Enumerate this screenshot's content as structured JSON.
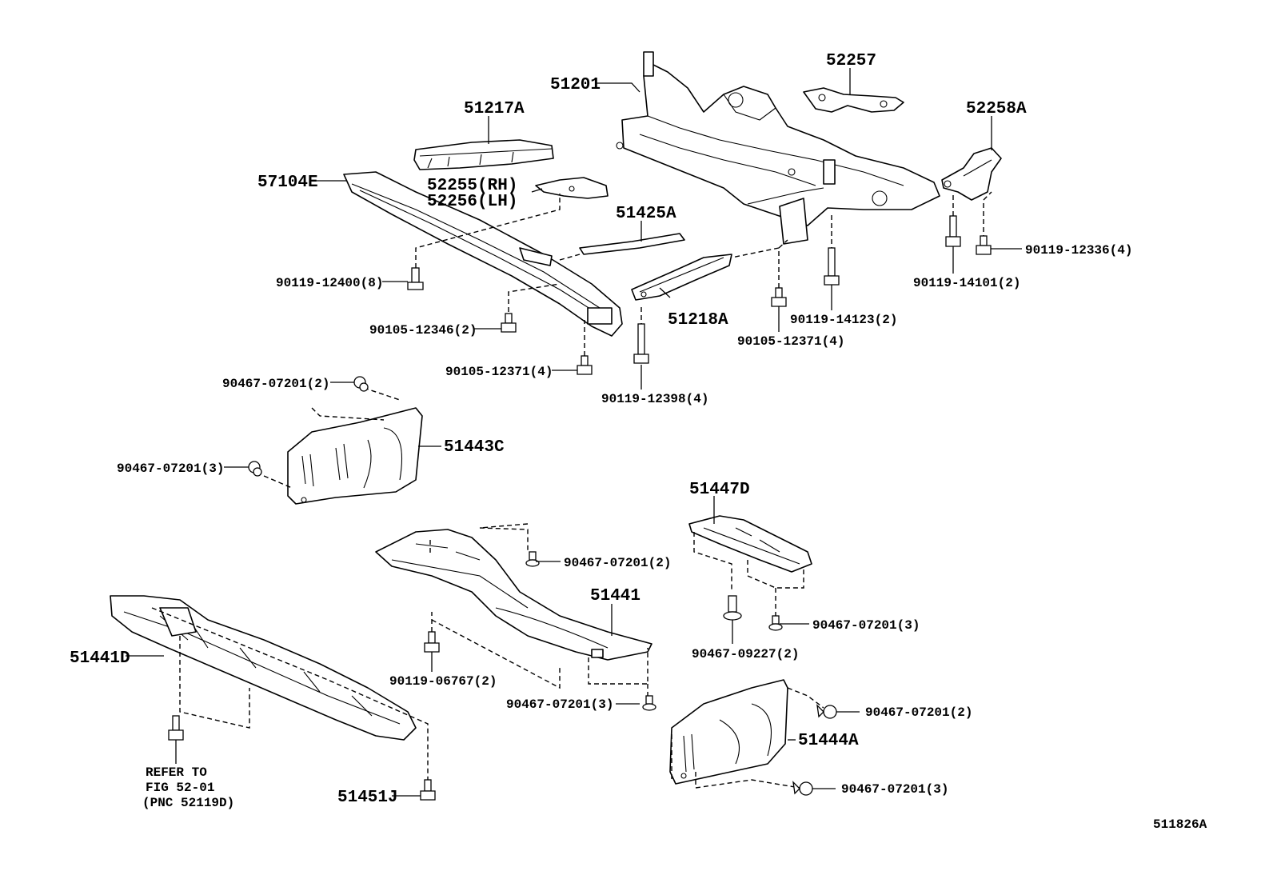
{
  "diagram_code": "511826A",
  "parts": {
    "p51201": "51201",
    "p52257": "52257",
    "p52258A": "52258A",
    "p51217A": "51217A",
    "p57104E": "57104E",
    "p52255": "52255(RH)",
    "p52256": "52256(LH)",
    "p51425A": "51425A",
    "p51218A": "51218A",
    "p51443C": "51443C",
    "p51447D": "51447D",
    "p51441": "51441",
    "p51441D": "51441D",
    "p51444A": "51444A",
    "p51451J": "51451J"
  },
  "fasteners": {
    "f90119_12336": "90119-12336(4)",
    "f90119_14101": "90119-14101(2)",
    "f90119_14123": "90119-14123(2)",
    "f90105_12371_right": "90105-12371(4)",
    "f90119_12400": "90119-12400(8)",
    "f90105_12346": "90105-12346(2)",
    "f90105_12371_left": "90105-12371(4)",
    "f90119_12398": "90119-12398(4)",
    "f90467_07201_a": "90467-07201(2)",
    "f90467_07201_b": "90467-07201(3)",
    "f90467_07201_c": "90467-07201(2)",
    "f90467_07201_d": "90467-07201(3)",
    "f90467_09227": "90467-09227(2)",
    "f90119_06767": "90119-06767(2)",
    "f90467_07201_e": "90467-07201(3)",
    "f90467_07201_f": "90467-07201(2)",
    "f90467_07201_g": "90467-07201(3)"
  },
  "refer_note": {
    "line1": "REFER TO",
    "line2": "FIG 52-01",
    "line3": "(PNC 52119D)"
  }
}
